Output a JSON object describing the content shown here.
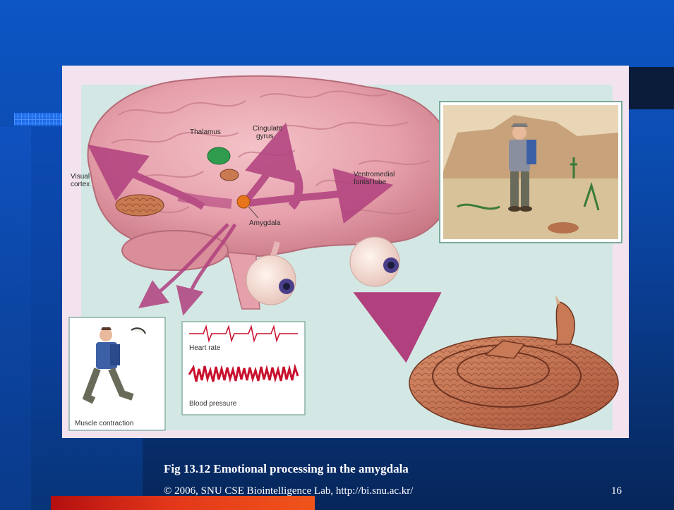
{
  "slide": {
    "caption": "Fig 13.12 Emotional processing in the amygdala",
    "footer": "© 2006, SNU CSE Biointelligence Lab, http://bi.snu.ac.kr/",
    "page_number": "16"
  },
  "figure": {
    "labels": {
      "thalamus": "Thalamus",
      "cingulate_1": "Cingulate",
      "cingulate_2": "gyrus",
      "visual_1": "Visual",
      "visual_2": "cortex",
      "ventromedial_1": "Ventromedial",
      "ventromedial_2": "fontal lobe",
      "amygdala": "Amygdala",
      "muscle": "Muscle contraction",
      "heart_rate": "Heart rate",
      "blood_pressure": "Blood pressure"
    }
  },
  "colors": {
    "slide_blue": "#0d56c6",
    "panel_pink": "#f3e3ef",
    "inner_teal": "#d3e8e4",
    "brain_pink": "#e8a3ad",
    "arrow_magenta": "#b0407e",
    "thalamus_green": "#2e9c4c",
    "amygdala_orange": "#e8741c",
    "trace_red": "#c8102e",
    "bottom_bar": "#e2371a"
  }
}
